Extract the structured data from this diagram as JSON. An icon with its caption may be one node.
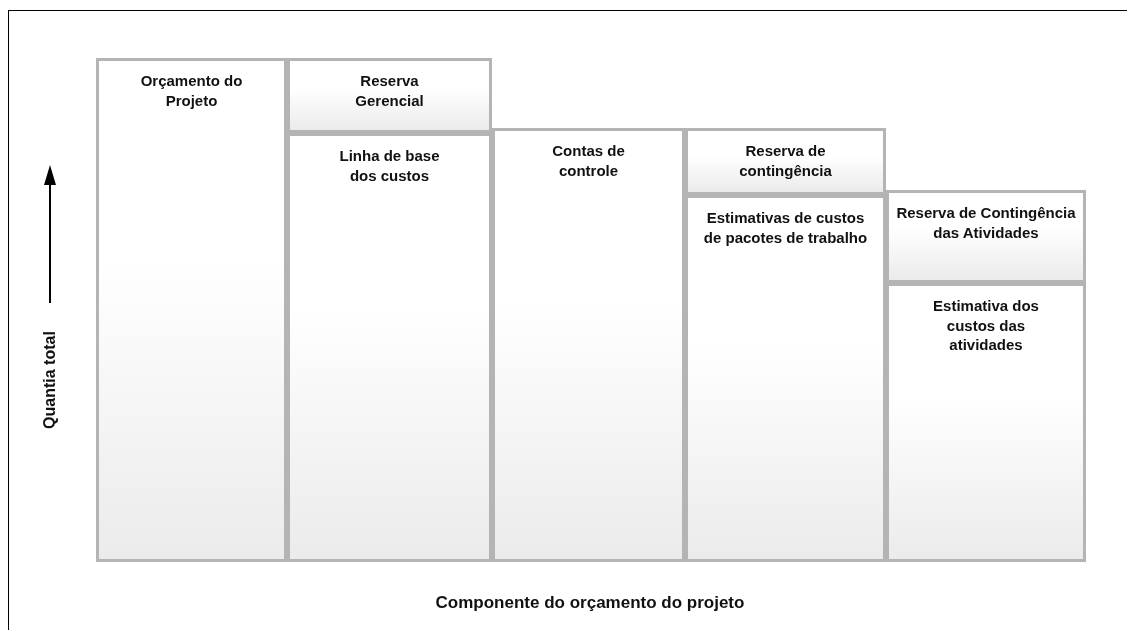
{
  "diagram": {
    "nodes": [
      {
        "text": [
          "Orçamento do Projeto"
        ]
      },
      {
        "text": [
          "Reserva Gerencial"
        ]
      },
      {
        "text": [
          "Linha de base dos custos"
        ]
      },
      {
        "text": [
          "Contas de controle"
        ]
      },
      {
        "text": [
          "Reserva de contingência"
        ]
      },
      {
        "text": [
          "Estimativas de custos de pacotes de trabalho"
        ]
      },
      {
        "text": [
          "Reserva de Contingência das Atividades"
        ]
      },
      {
        "text": [
          "Estimativa dos custos das atividades"
        ]
      }
    ],
    "labels": [
      "Quantia total",
      "Componente do orçamento do projeto"
    ]
  }
}
